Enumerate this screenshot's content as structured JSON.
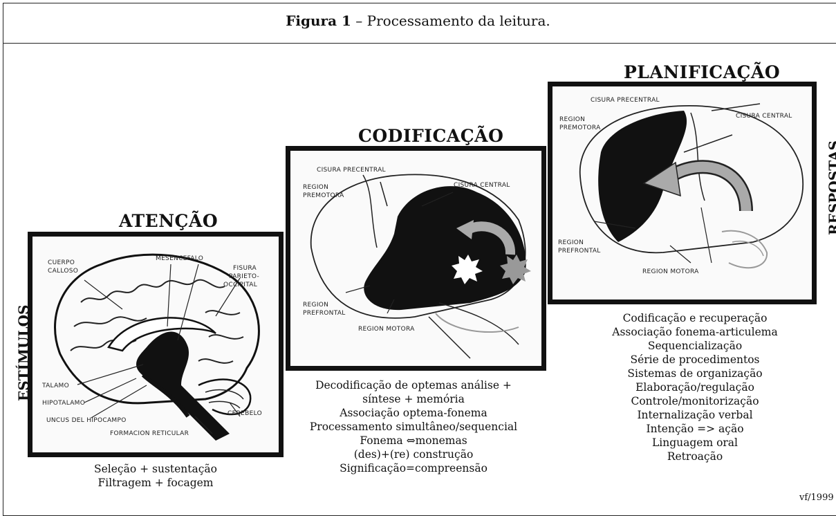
{
  "caption": {
    "bold": "Figura 1",
    "rest": " – Processamento da leitura."
  },
  "side": {
    "left": "ESTÍMULOS",
    "right": "RESPOSTAS"
  },
  "stages": {
    "atencao": {
      "title": "ATENÇÃO",
      "labels": [
        "CUERPO",
        "CALLOSO",
        "MESENCEFALO",
        "FISURA",
        "PARIETO-",
        "OCCIPITAL",
        "TALAMO",
        "HIPOTALAMO",
        "UNCUS DEL HIPOCAMPO",
        "CEREBELO",
        "FORMACION RETICULAR"
      ],
      "lines": [
        "Seleção + sustentação",
        "Filtragem + focagem"
      ]
    },
    "codificacao": {
      "title": "CODIFICAÇÃO",
      "labels": [
        "CISURA PRECENTRAL",
        "REGION",
        "PREMOTORA",
        "CISURA CENTRAL",
        "REGION",
        "PREFRONTAL",
        "REGION MOTORA"
      ],
      "lines": [
        "Decodificação de optemas  análise +",
        "síntese + memória",
        "Associação optema-fonema",
        "Processamento simultâneo/sequencial",
        "Fonema ⇔monemas",
        "(des)+(re) construção",
        "Significação=compreensão"
      ]
    },
    "planificacao": {
      "title": "PLANIFICAÇÃO",
      "labels": [
        "CISURA PRECENTRAL",
        "CISURA CENTRAL",
        "REGION",
        "PREMOTORA",
        "REGION",
        "PREFRONTAL",
        "REGION MOTORA"
      ],
      "lines": [
        "Codificação e recuperação",
        "Associação fonema-articulema",
        "Sequencialização",
        "Série de procedimentos",
        "Sistemas de organização",
        "Elaboração/regulação",
        "Controle/monitorização",
        "Internalização verbal",
        "Intenção => ação",
        "Linguagem oral",
        "Retroação"
      ]
    }
  },
  "signature": "vf/1999"
}
